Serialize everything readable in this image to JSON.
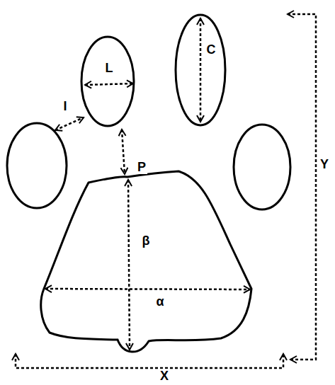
{
  "diagram": {
    "labels": [
      "L",
      "C",
      "I",
      "P",
      "β",
      "Y",
      "α",
      "X"
    ]
  }
}
